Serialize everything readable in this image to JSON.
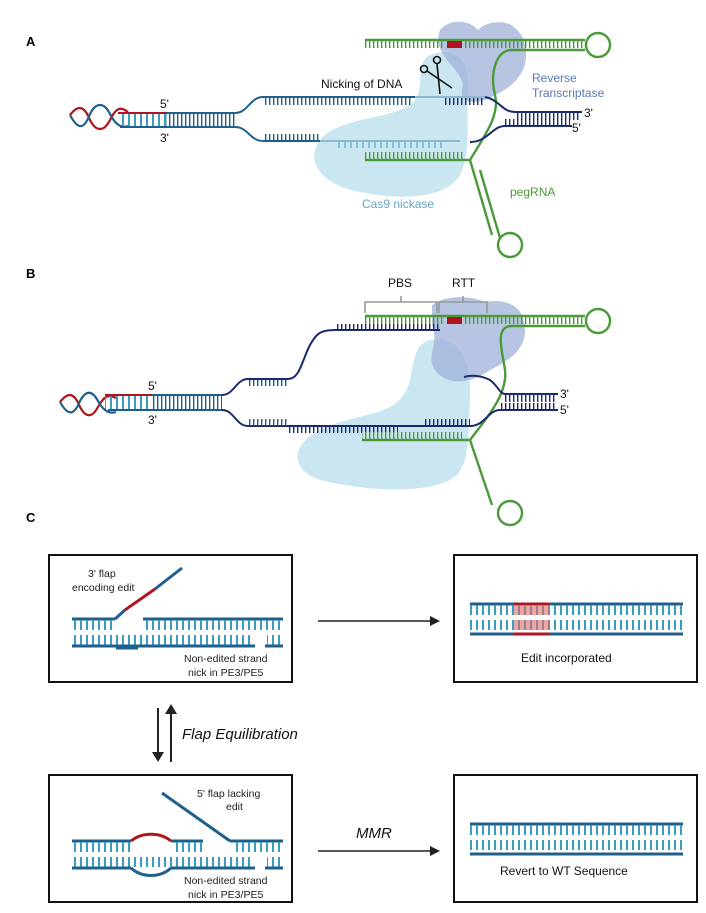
{
  "figure": {
    "panels": [
      {
        "id": "A",
        "label": "A",
        "labels": {
          "five_prime_left": "5'",
          "three_prime_left": "3'",
          "nicking": "Nicking of DNA",
          "reverse_transcriptase_line1": "Reverse",
          "reverse_transcriptase_line2": "Transcriptase",
          "three_prime_right": "3'",
          "five_prime_right": "5'",
          "cas9": "Cas9 nickase",
          "pegrna": "pegRNA"
        }
      },
      {
        "id": "B",
        "label": "B",
        "labels": {
          "pbs": "PBS",
          "rtt": "RTT",
          "five_prime_left": "5'",
          "three_prime_left": "3'",
          "three_prime_right": "3'",
          "five_prime_right": "5'"
        }
      },
      {
        "id": "C",
        "label": "C",
        "boxes": {
          "three_flap": {
            "flap_label_line1": "3' flap",
            "flap_label_line2": "encoding edit",
            "nick_label_line1": "Non-edited strand",
            "nick_label_line2": "nick in PE3/PE5"
          },
          "edit_incorporated": {
            "caption": "Edit incorporated"
          },
          "five_flap": {
            "flap_label_line1": "5' flap lacking",
            "flap_label_line2": "edit",
            "nick_label_line1": "Non-edited strand",
            "nick_label_line2": "nick in PE3/PE5"
          },
          "revert": {
            "caption": "Revert to WT Sequence"
          }
        },
        "arrows": {
          "flap_equilibration": "Flap Equilibration",
          "mmr": "MMR"
        }
      }
    ],
    "colors": {
      "dna_blue": "#1f5f8b",
      "dna_navy": "#1b2a6b",
      "rung_light": "#3a9cc0",
      "edit_red": "#b0141c",
      "edit_red_light": "#e06a6a",
      "pegrna_green": "#4a9a3a",
      "cas9": "#c4e4f0",
      "cas9_text": "#6aa3bf",
      "rt": "#9fb2d8",
      "rt_text": "#5a78b8",
      "bracket": "#999999"
    }
  }
}
